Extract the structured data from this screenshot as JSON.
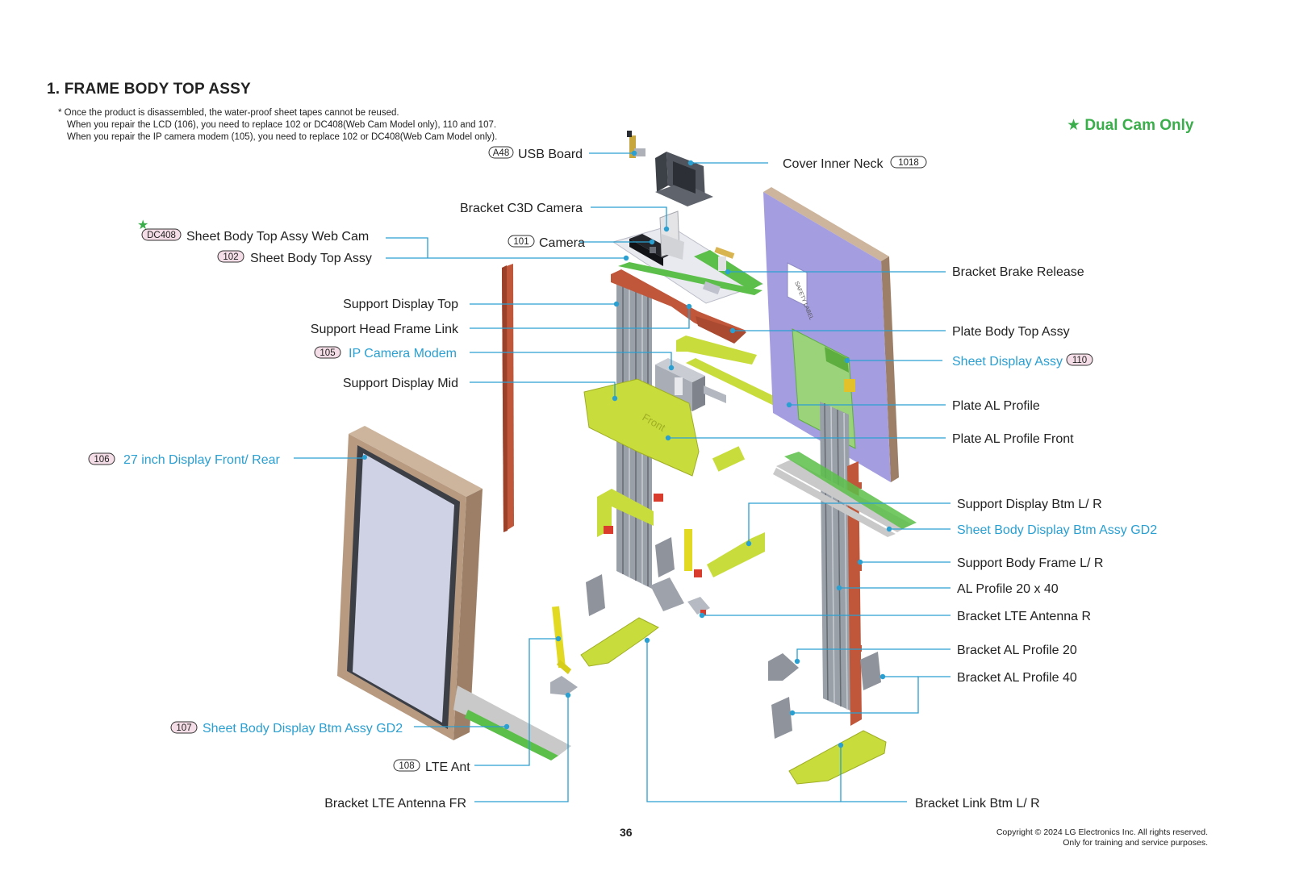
{
  "page": {
    "title": "1. FRAME BODY TOP ASSY",
    "notes": [
      "* Once the product is disassembled, the water-proof sheet tapes cannot be reused.",
      "When you repair the LCD (106), you need to replace 102 or DC408(Web Cam Model only), 110 and 107.",
      "When you repair the IP camera modem (105), you need to replace 102 or DC408(Web Cam Model only)."
    ],
    "dual_cam_label": "Dual Cam Only",
    "page_number": "36",
    "copyright": [
      "Copyright © 2024 LG Electronics Inc. All rights reserved.",
      "Only for training and service purposes."
    ]
  },
  "colors": {
    "callout_line": "#2a9fd1",
    "blue_text": "#2a9fd1",
    "green_star": "#3aae4a",
    "badge_fill": "#f4dde6",
    "frame_red": "#c0563a",
    "part_green": "#c8dc3c",
    "panel_purple": "#a49de0",
    "profile_gray": "#9aa0a8",
    "wood_frame": "#b79a80"
  },
  "callouts": [
    {
      "id": "usb-board",
      "badge": "A48",
      "label": "USB Board",
      "blue": false
    },
    {
      "id": "cover-inner-neck",
      "badge": "1018",
      "label": "Cover Inner Neck",
      "blue": false
    },
    {
      "id": "bracket-c3d-camera",
      "badge": "",
      "label": "Bracket C3D Camera",
      "blue": false
    },
    {
      "id": "sheet-body-top-assy-web-cam",
      "badge": "DC408",
      "label": "Sheet Body Top Assy Web Cam",
      "blue": false,
      "star": true
    },
    {
      "id": "sheet-body-top-assy",
      "badge": "102",
      "label": "Sheet Body Top Assy",
      "blue": false
    },
    {
      "id": "camera",
      "badge": "101",
      "label": "Camera",
      "blue": false
    },
    {
      "id": "bracket-brake-release",
      "badge": "",
      "label": "Bracket Brake Release",
      "blue": false
    },
    {
      "id": "support-display-top",
      "badge": "",
      "label": "Support Display Top",
      "blue": false
    },
    {
      "id": "support-head-frame-link",
      "badge": "",
      "label": "Support Head Frame Link",
      "blue": false
    },
    {
      "id": "plate-body-top-assy",
      "badge": "",
      "label": "Plate Body Top Assy",
      "blue": false
    },
    {
      "id": "ip-camera-modem",
      "badge": "105",
      "label": "IP Camera Modem",
      "blue": true
    },
    {
      "id": "sheet-display-assy",
      "badge": "110",
      "label": "Sheet Display Assy",
      "blue": true
    },
    {
      "id": "support-display-mid",
      "badge": "",
      "label": "Support Display Mid",
      "blue": false
    },
    {
      "id": "plate-al-profile",
      "badge": "",
      "label": "Plate AL Profile",
      "blue": false
    },
    {
      "id": "plate-al-profile-front",
      "badge": "",
      "label": "Plate AL Profile Front",
      "blue": false
    },
    {
      "id": "display-front-rear",
      "badge": "106",
      "label": "27 inch Display Front/ Rear",
      "blue": true
    },
    {
      "id": "support-display-btm",
      "badge": "",
      "label": "Support Display Btm L/ R",
      "blue": false
    },
    {
      "id": "sheet-body-display-btm-right",
      "badge": "",
      "label": "Sheet Body Display Btm Assy GD2",
      "blue": true
    },
    {
      "id": "support-body-frame",
      "badge": "",
      "label": "Support Body Frame L/ R",
      "blue": false
    },
    {
      "id": "al-profile-20x40",
      "badge": "",
      "label": "AL Profile 20 x 40",
      "blue": false
    },
    {
      "id": "bracket-lte-antenna-r",
      "badge": "",
      "label": "Bracket LTE Antenna R",
      "blue": false
    },
    {
      "id": "bracket-al-profile-20",
      "badge": "",
      "label": "Bracket AL Profile 20",
      "blue": false
    },
    {
      "id": "bracket-al-profile-40",
      "badge": "",
      "label": "Bracket AL Profile 40",
      "blue": false
    },
    {
      "id": "sheet-body-display-btm-left",
      "badge": "107",
      "label": "Sheet Body Display Btm Assy GD2",
      "blue": true
    },
    {
      "id": "lte-ant",
      "badge": "108",
      "label": "LTE Ant",
      "blue": false
    },
    {
      "id": "bracket-lte-antenna-fr",
      "badge": "",
      "label": "Bracket LTE Antenna FR",
      "blue": false
    },
    {
      "id": "bracket-link-btm",
      "badge": "",
      "label": "Bracket Link Btm L/ R",
      "blue": false
    }
  ],
  "drawing_text": {
    "front_mark": "Front",
    "safety_label": "SAFETY LABEL"
  }
}
